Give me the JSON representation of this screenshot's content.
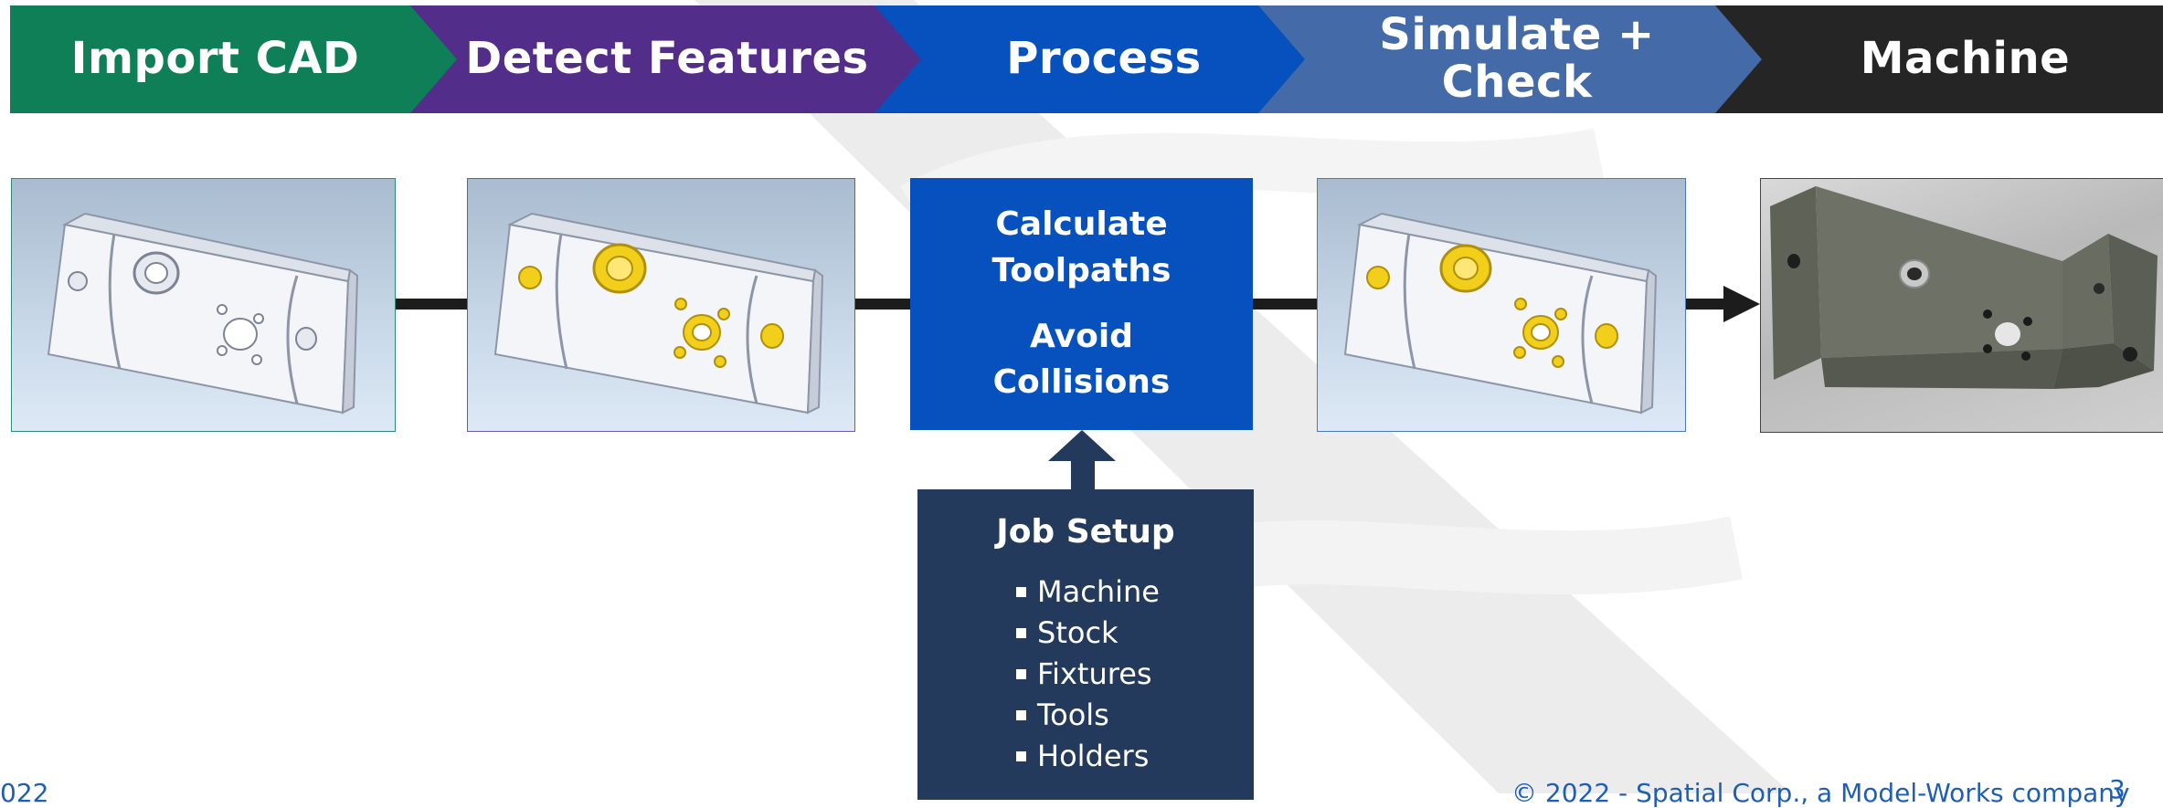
{
  "steps": [
    {
      "label_line1": "Import CAD",
      "label_line2": "",
      "color": "#0e7f56"
    },
    {
      "label_line1": "Detect Features",
      "label_line2": "",
      "color": "#522d8a"
    },
    {
      "label_line1": "Process",
      "label_line2": "",
      "color": "#0651bd"
    },
    {
      "label_line1": "Simulate +",
      "label_line2": "Check",
      "color": "#456aa8"
    },
    {
      "label_line1": "Machine",
      "label_line2": "",
      "color": "#252525"
    }
  ],
  "process_box": {
    "line1": "Calculate",
    "line2": "Toolpaths",
    "line3": "Avoid",
    "line4": "Collisions"
  },
  "job_setup": {
    "title": "Job Setup",
    "items": [
      "Machine",
      "Stock",
      "Fixtures",
      "Tools",
      "Holders"
    ],
    "color": "#233a5c"
  },
  "footer": {
    "left": "022",
    "right": "© 2022 - Spatial Corp., a Model-Works company",
    "page": "3"
  },
  "colors": {
    "feature_highlight": "#f2cf1b",
    "connector": "#1c1c1c",
    "footer_text": "#1e5fb4"
  }
}
